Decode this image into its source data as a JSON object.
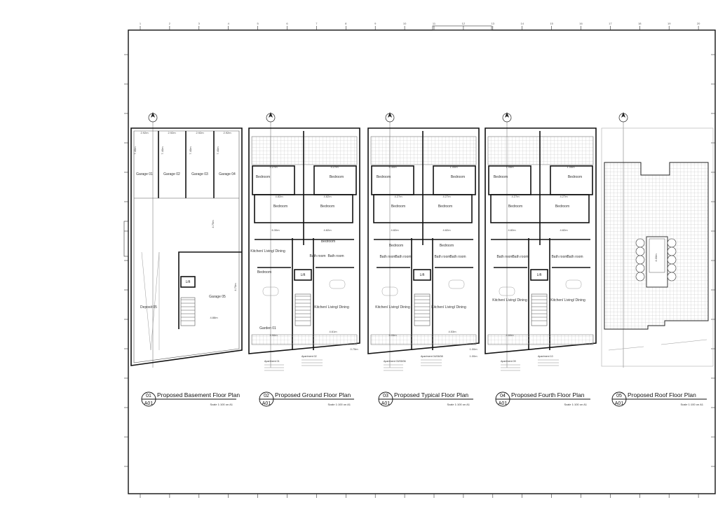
{
  "sheet": {
    "top_ticks": [
      "1",
      "2",
      "3",
      "4",
      "5",
      "6",
      "7",
      "8",
      "9",
      "10",
      "11",
      "12",
      "13",
      "14",
      "15",
      "16",
      "17",
      "18",
      "19",
      "20"
    ]
  },
  "plans": [
    {
      "number": "01",
      "sheet": "A01",
      "title": "Proposed Basement Floor Plan",
      "scale": "Scale 1:100 on A1",
      "rooms": [
        "Garage 01",
        "Garage 02",
        "Garage 03",
        "Garage 04",
        "Garage 05",
        "Deposit 05",
        "Lift"
      ],
      "dims": [
        "2.92m",
        "2.92m",
        "2.92m",
        "2.92m",
        "7.40m",
        "7.40m",
        "7.40m",
        "7.40m",
        "4.75m",
        "4.88m",
        "4.70m"
      ]
    },
    {
      "number": "02",
      "sheet": "A01",
      "title": "Proposed Ground Floor Plan",
      "scale": "Scale 1:100 on A1",
      "rooms": [
        "Bedroom",
        "Bedroom",
        "Bedroom",
        "Bedroom",
        "Kitchen/ Living/ Dining",
        "Bedroom",
        "Bath room",
        "Bath room",
        "Bedroom",
        "Lift",
        "Garden 01",
        "Kitchen/ Living/ Dining"
      ],
      "dims": [
        "4.27m",
        "4.27m",
        "4.82m",
        "4.82m",
        "6.30m",
        "4.82m",
        "3.90m",
        "4.61m",
        "0.75m"
      ],
      "notes": [
        "Apartment 01",
        "Apartment 02"
      ]
    },
    {
      "number": "03",
      "sheet": "A01",
      "title": "Proposed Typical Floor Plan",
      "scale": "Scale 1:100 on A1",
      "rooms": [
        "Bedroom",
        "Bedroom",
        "Bedroom",
        "Bedroom",
        "Bedroom",
        "Bedroom",
        "Bath room",
        "Bath room",
        "Bath room",
        "Bath room",
        "Lift",
        "Kitchen/ Living/ Dining",
        "Kitchen/ Living/ Dining"
      ],
      "dims": [
        "5.30m",
        "1.00m",
        "4.27m",
        "4.27m",
        "4.82m",
        "4.82m",
        "5.05m",
        "4.53m",
        "1.00m",
        "1.00m"
      ],
      "notes": [
        "Apartment 03/05/06",
        "Apartment 04/06/08"
      ]
    },
    {
      "number": "04",
      "sheet": "A01",
      "title": "Proposed Fourth Floor Plan",
      "scale": "Scale 1:100 on A1",
      "rooms": [
        "Bedroom",
        "Bedroom",
        "Bedroom",
        "Bedroom",
        "Bath room",
        "Bath room",
        "Bath room",
        "Bath room",
        "Lift",
        "Kitchen/ Living/ Dining",
        "Kitchen/ Living/ Dining"
      ],
      "dims": [
        "1.05m",
        "1.05m",
        "4.27m",
        "4.27m",
        "4.82m",
        "4.82m",
        "4.60m"
      ],
      "notes": [
        "Apartment 09",
        "Apartment 10"
      ]
    },
    {
      "number": "05",
      "sheet": "A01",
      "title": "Proposed Roof Floor Plan",
      "scale": "Scale 1:100 on A1",
      "rooms": [],
      "dims": [
        "4.00m"
      ]
    }
  ],
  "colors": {
    "ink": "#111111",
    "paper": "#ffffff",
    "hatch": "#bbbbbb"
  }
}
